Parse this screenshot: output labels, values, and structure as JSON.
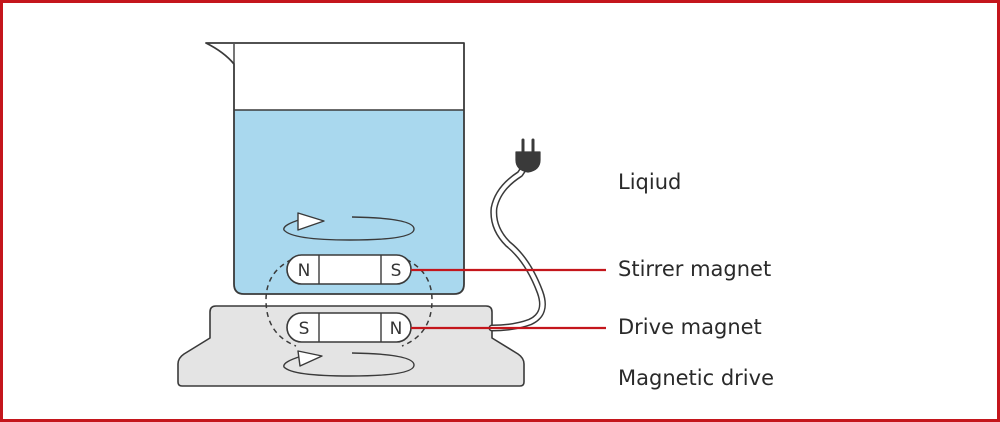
{
  "labels": {
    "liquid": "Liqiud",
    "stirrer_magnet": "Stirrer magnet",
    "drive_magnet": "Drive magnet",
    "magnetic_drive": "Magnetic drive"
  },
  "stirrer_magnet_poles": {
    "left": "N",
    "right": "S"
  },
  "drive_magnet_poles": {
    "left": "S",
    "right": "N"
  },
  "colors": {
    "border": "#c4161c",
    "liquid": "#a9d8ee",
    "drive_base": "#e4e4e4",
    "outline": "#3a3a3a",
    "leader": "#c4161c"
  }
}
